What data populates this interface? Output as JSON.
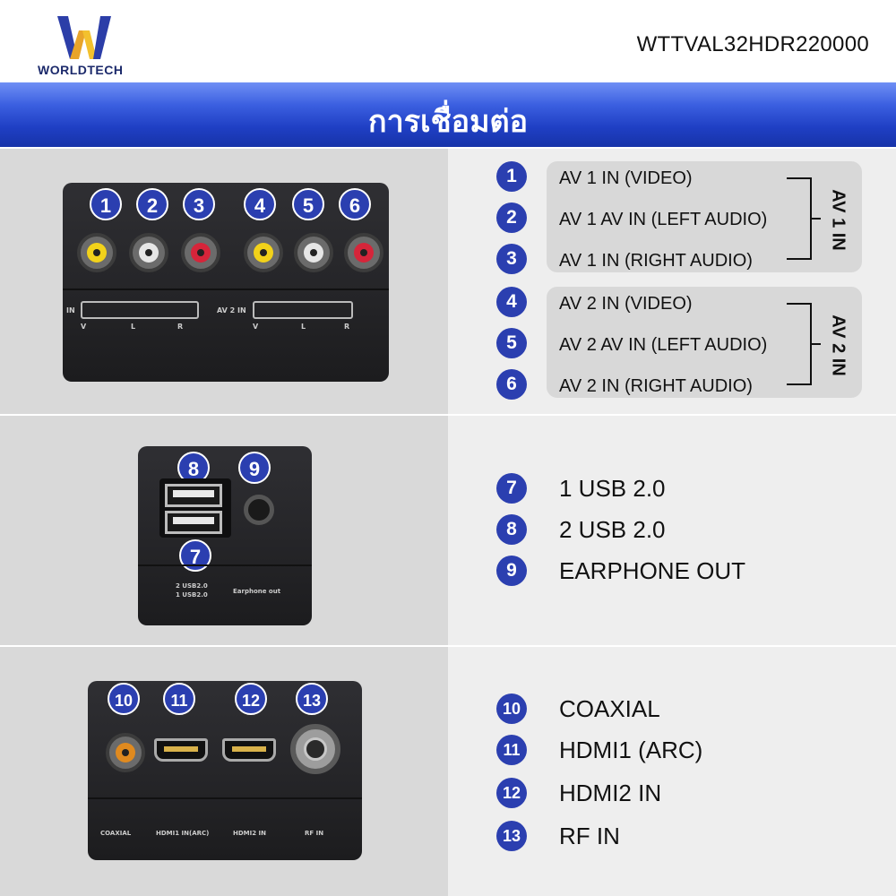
{
  "header": {
    "brand": "WORLDTECH",
    "model": "WTTVAL32HDR220000"
  },
  "title": "การเชื่อมต่อ",
  "colors": {
    "accent_blue": "#2b3fb0",
    "title_band": "#1f3fc4",
    "rca_yellow": "#f2d21a",
    "rca_white": "#e6e6e6",
    "rca_red": "#d6253a"
  },
  "section1": {
    "badges": [
      "1",
      "2",
      "3",
      "4",
      "5",
      "6"
    ],
    "panel_labels": {
      "av1": "IN",
      "av2": "AV 2 IN",
      "v": "V",
      "l": "L",
      "r": "R"
    },
    "group1_label": "AV 1 IN",
    "group2_label": "AV 2 IN",
    "items": [
      {
        "num": "1",
        "text": "AV 1 IN (VIDEO)"
      },
      {
        "num": "2",
        "text": "AV 1 AV IN (LEFT AUDIO)"
      },
      {
        "num": "3",
        "text": "AV 1 IN (RIGHT AUDIO)"
      },
      {
        "num": "4",
        "text": "AV 2 IN (VIDEO)"
      },
      {
        "num": "5",
        "text": "AV 2 AV IN (LEFT AUDIO)"
      },
      {
        "num": "6",
        "text": "AV 2 IN (RIGHT AUDIO)"
      }
    ]
  },
  "section2": {
    "badges": [
      "8",
      "9",
      "7"
    ],
    "panel_labels": {
      "usb_top": "2 USB2.0",
      "usb_bottom": "1 USB2.0",
      "earphone": "Earphone out"
    },
    "items": [
      {
        "num": "7",
        "text": "1 USB 2.0"
      },
      {
        "num": "8",
        "text": "2 USB 2.0"
      },
      {
        "num": "9",
        "text": "EARPHONE OUT"
      }
    ]
  },
  "section3": {
    "badges": [
      "10",
      "11",
      "12",
      "13"
    ],
    "panel_labels": {
      "coaxial": "COAXIAL",
      "hdmi1": "HDMI1 IN(ARC)",
      "hdmi2": "HDMI2 IN",
      "rf": "RF IN"
    },
    "items": [
      {
        "num": "10",
        "text": "COAXIAL"
      },
      {
        "num": "11",
        "text": "HDMI1 (ARC)"
      },
      {
        "num": "12",
        "text": "HDMI2 IN"
      },
      {
        "num": "13",
        "text": "RF IN"
      }
    ]
  }
}
